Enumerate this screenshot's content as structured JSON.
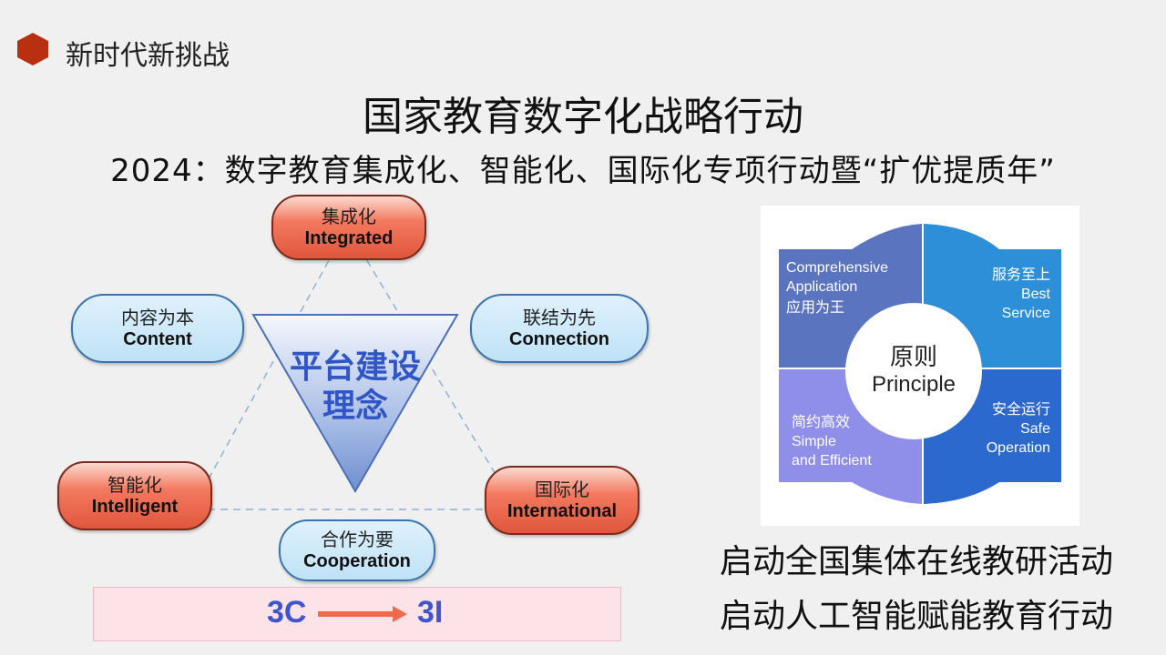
{
  "header": {
    "section_title": "新时代新挑战"
  },
  "main_title": "国家教育数字化战略行动",
  "sub_title": "2024：数字教育集成化、智能化、国际化专项行动暨“扩优提质年”",
  "diagram": {
    "center_line1": "平台建设",
    "center_line2": "理念",
    "nodes": {
      "integrated": {
        "zh": "集成化",
        "en": "Integrated"
      },
      "content": {
        "zh": "内容为本",
        "en": "Content"
      },
      "connection": {
        "zh": "联结为先",
        "en": "Connection"
      },
      "intelligent": {
        "zh": "智能化",
        "en": "Intelligent"
      },
      "international": {
        "zh": "国际化",
        "en": "International"
      },
      "cooperation": {
        "zh": "合作为要",
        "en": "Cooperation"
      }
    },
    "banner": {
      "from": "3C",
      "to": "3I"
    }
  },
  "principle": {
    "center_zh": "原则",
    "center_en": "Principle",
    "quadrants": {
      "top_left": {
        "line1": "Comprehensive",
        "line2": "Application",
        "line3": "应用为王"
      },
      "top_right": {
        "line1": "服务至上",
        "line2": "Best",
        "line3": "Service"
      },
      "bottom_left": {
        "line1": "简约高效",
        "line2": "Simple",
        "line3": "and Efficient"
      },
      "bottom_right": {
        "line1": "安全运行",
        "line2": "Safe",
        "line3": "Operation"
      }
    },
    "colors": {
      "top_left": "#5b74bf",
      "top_right": "#2d8fd8",
      "bottom_left": "#8f8ee8",
      "bottom_right": "#2b69cf"
    }
  },
  "actions": [
    "启动全国集体在线教研活动",
    "启动人工智能赋能教育行动"
  ]
}
